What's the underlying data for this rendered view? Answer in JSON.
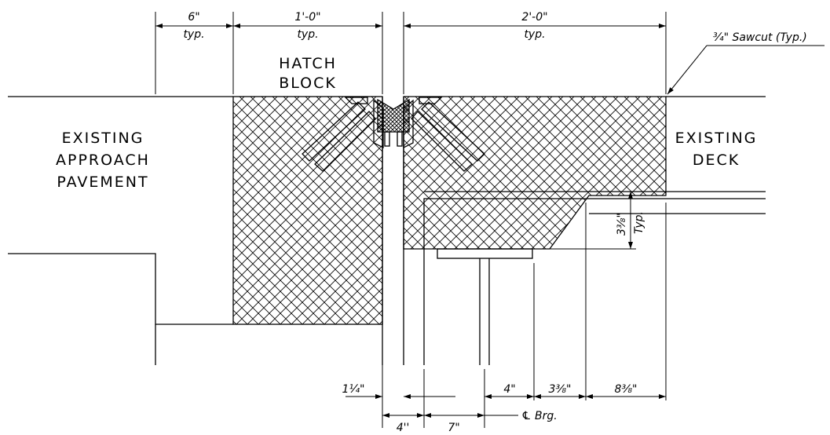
{
  "labels": {
    "hatch_block_1": "HATCH",
    "hatch_block_2": "BLOCK",
    "existing_approach_1": "EXISTING",
    "existing_approach_2": "APPROACH",
    "existing_approach_3": "PAVEMENT",
    "existing_deck_1": "EXISTING",
    "existing_deck_2": "DECK",
    "sawcut": "¾\" Sawcut (Typ.)"
  },
  "dimensions": {
    "six_in": "6\"",
    "six_in_typ": "typ.",
    "one_ft": "1'-0\"",
    "one_ft_typ": "typ.",
    "two_ft": "2'-0\"",
    "two_ft_typ": "typ.",
    "three_eighths_vertical": "3⅜\"",
    "three_eighths_vertical_typ": "Typ.",
    "one_quarter": "1¼\"",
    "four_in_right": "4\"",
    "three_eighths": "3⅜\"",
    "eight_eighths": "8⅜\"",
    "four_in_bottom": "4''",
    "seven_in": "7\"",
    "cl_brg": "℄ Brg."
  }
}
